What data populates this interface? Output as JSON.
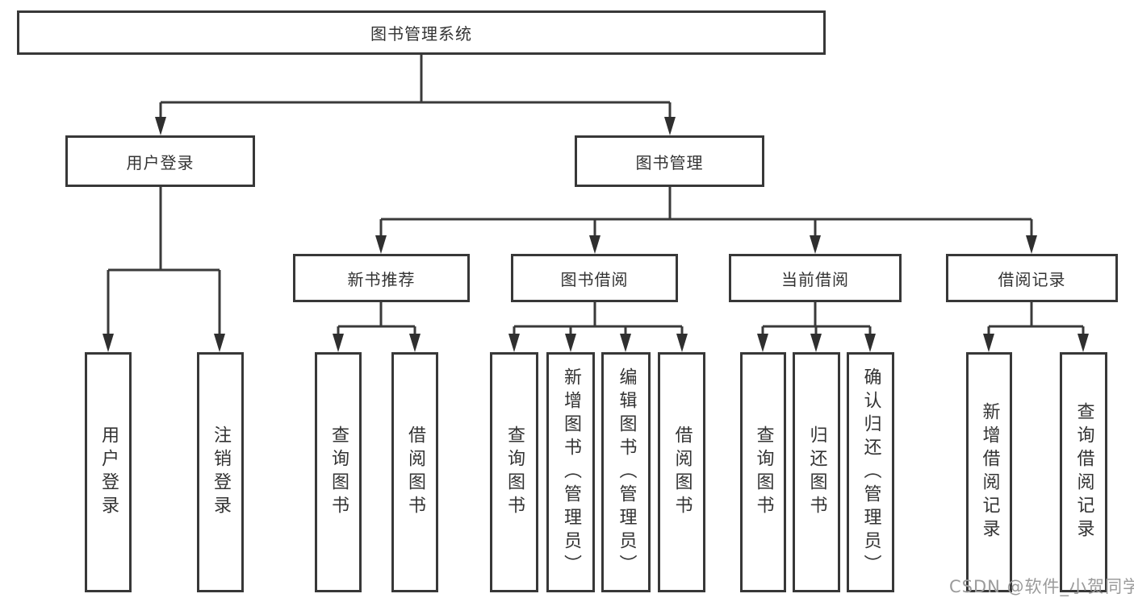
{
  "tree": {
    "root": {
      "label": "图书管理系统"
    },
    "children": [
      {
        "label": "用户登录",
        "children": [
          {
            "label": "用户登录"
          },
          {
            "label": "注销登录"
          }
        ]
      },
      {
        "label": "图书管理",
        "children": [
          {
            "label": "新书推荐",
            "children": [
              {
                "label": "查询图书"
              },
              {
                "label": "借阅图书"
              }
            ]
          },
          {
            "label": "图书借阅",
            "children": [
              {
                "label": "查询图书"
              },
              {
                "label": "新增图书（管理员）"
              },
              {
                "label": "编辑图书（管理员）"
              },
              {
                "label": "借阅图书"
              }
            ]
          },
          {
            "label": "当前借阅",
            "children": [
              {
                "label": "查询图书"
              },
              {
                "label": "归还图书"
              },
              {
                "label": "确认归还（管理员）"
              }
            ]
          },
          {
            "label": "借阅记录",
            "children": [
              {
                "label": "新增借阅记录"
              },
              {
                "label": "查询借阅记录"
              }
            ]
          }
        ]
      }
    ]
  },
  "watermark": "CSDN @软件_小贺同学",
  "colors": {
    "line": "#3a3a3a",
    "box_border": "#383838",
    "text": "#333333",
    "watermark": "#9b9b9b",
    "background": "#ffffff"
  }
}
